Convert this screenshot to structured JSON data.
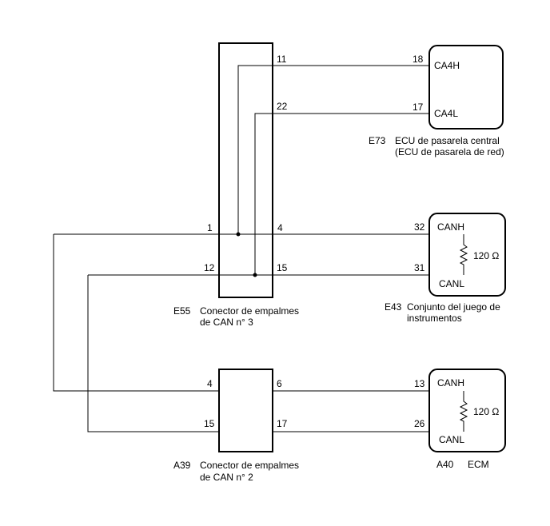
{
  "components": {
    "e73": {
      "code": "E73",
      "name_line1": "ECU de pasarela central",
      "name_line2": "(ECU de pasarela de red)",
      "pin_hi": "18",
      "pin_lo": "17",
      "sig_hi": "CA4H",
      "sig_lo": "CA4L"
    },
    "e55": {
      "code": "E55",
      "name_line1": "Conector de empalmes",
      "name_line2": "de CAN n° 3",
      "pins": {
        "p11": "11",
        "p22": "22",
        "p1": "1",
        "p4": "4",
        "p12": "12",
        "p15": "15"
      }
    },
    "e43": {
      "code": "E43",
      "name_line1": "Conjunto del juego de",
      "name_line2": "instrumentos",
      "pin_hi": "32",
      "pin_lo": "31",
      "sig_hi": "CANH",
      "sig_lo": "CANL",
      "resistor": "120 Ω"
    },
    "a39": {
      "code": "A39",
      "name_line1": "Conector de empalmes",
      "name_line2": "de CAN n° 2",
      "pins": {
        "p4": "4",
        "p6": "6",
        "p15": "15",
        "p17": "17"
      }
    },
    "a40": {
      "code": "A40",
      "name": "ECM",
      "pin_hi": "13",
      "pin_lo": "26",
      "sig_hi": "CANH",
      "sig_lo": "CANL",
      "resistor": "120 Ω"
    }
  }
}
